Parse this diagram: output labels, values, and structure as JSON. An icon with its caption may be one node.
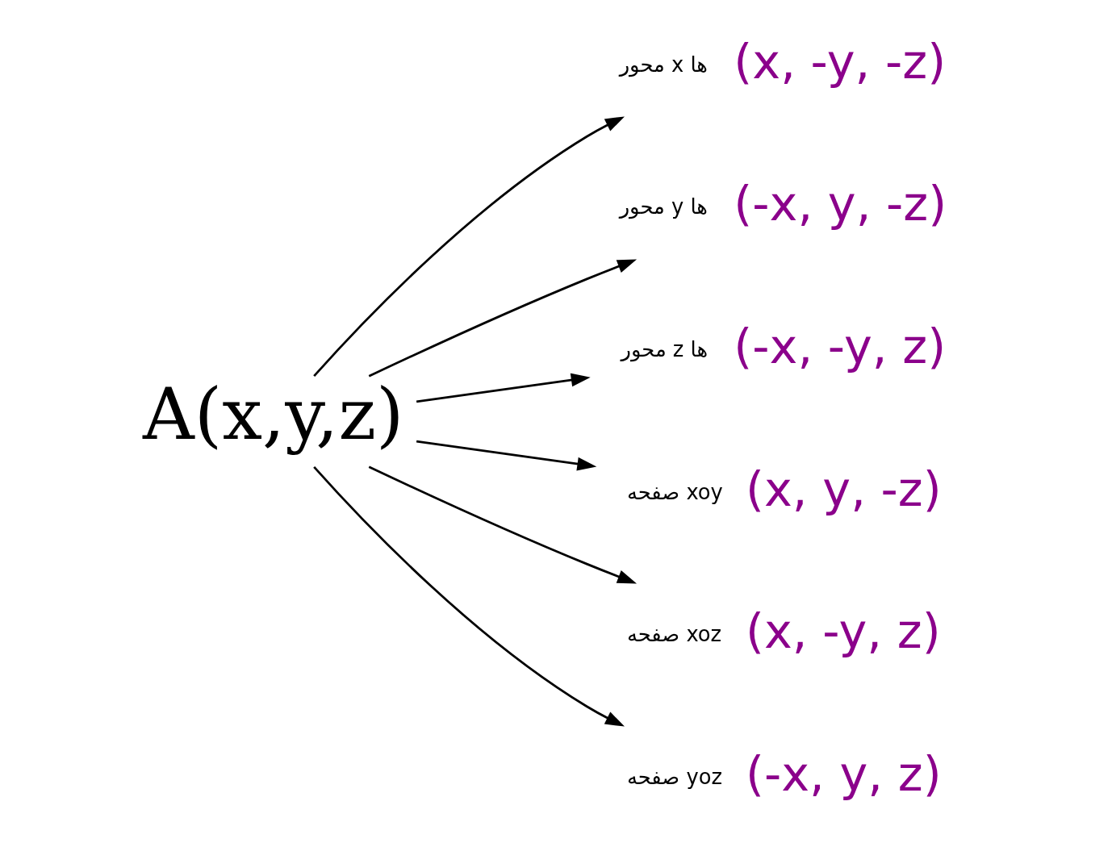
{
  "diagram": {
    "nodes": [
      {
        "text": [
          "A(x,y,z)"
        ]
      },
      {
        "text": [
          "محور x ها"
        ],
        "beside": [
          "(x, -y, -z)"
        ]
      },
      {
        "text": [
          "محور y ها"
        ],
        "beside": [
          "(-x, y, -z)"
        ]
      },
      {
        "text": [
          "محور z ها"
        ],
        "beside": [
          "(-x, -y, z)"
        ]
      },
      {
        "text": [
          "صفحه xoy"
        ],
        "beside": [
          "(x, y, -z)"
        ]
      },
      {
        "text": [
          "صفحه xoz"
        ],
        "beside": [
          "(x, -y, z)"
        ]
      },
      {
        "text": [
          "صفحه yoz"
        ],
        "beside": [
          "(-x, y, z)"
        ]
      }
    ],
    "edges": [
      {
        "from": 0,
        "to": 1,
        "arrow": "to"
      },
      {
        "from": 0,
        "to": 2,
        "arrow": "to"
      },
      {
        "from": 0,
        "to": 3,
        "arrow": "to"
      },
      {
        "from": 0,
        "to": 4,
        "arrow": "to"
      },
      {
        "from": 0,
        "to": 5,
        "arrow": "to"
      },
      {
        "from": 0,
        "to": 6,
        "arrow": "to"
      }
    ]
  }
}
